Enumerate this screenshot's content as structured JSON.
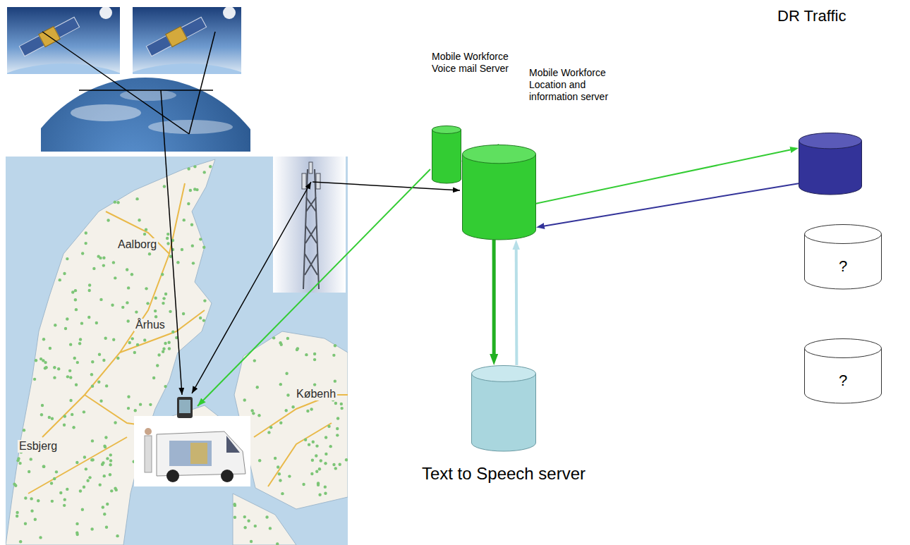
{
  "diagram": {
    "nodes": [
      {
        "text": [
          "Mobile Workforce Voice mail Server"
        ]
      },
      {
        "text": [
          "Mobile Workforce Location and information server"
        ]
      },
      {
        "text": [
          "DR Traffic"
        ]
      },
      {
        "text": [
          "?"
        ]
      },
      {
        "text": [
          "?"
        ]
      },
      {
        "text": [
          "Text to Speech server"
        ]
      }
    ],
    "edges": [
      {
        "from": 1,
        "to": 0,
        "arrow": "to"
      },
      {
        "from": 1,
        "to": 2,
        "arrow": "to"
      },
      {
        "from": 2,
        "to": 1,
        "arrow": "to"
      },
      {
        "from": 1,
        "to": 5,
        "arrow": "to"
      },
      {
        "from": 5,
        "to": 1,
        "arrow": "to"
      }
    ],
    "labels": [
      "Aalborg",
      "Århus",
      "Københ",
      "Esbjerg"
    ]
  }
}
